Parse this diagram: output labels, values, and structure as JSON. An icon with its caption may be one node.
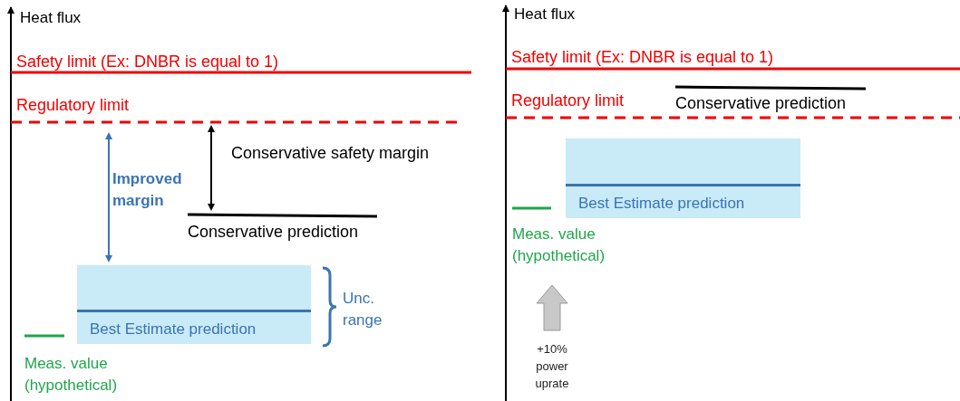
{
  "diagram": {
    "nodes": [
      {
        "text": [
          "Best Estimate prediction"
        ]
      },
      {
        "text": [
          "Best Estimate prediction"
        ]
      }
    ],
    "labels": [
      "Heat flux",
      "Safety limit (Ex: DNBR is equal to 1)",
      "Regulatory limit",
      "Conservative safety margin",
      "Improved margin",
      "Conservative prediction",
      "Unc. range",
      "Meas. value (hypothetical)",
      "Heat flux",
      "Safety limit (Ex: DNBR is equal to 1)",
      "Regulatory limit",
      "Conservative prediction",
      "Meas. value (hypothetical)",
      "+10% power uprate"
    ]
  }
}
